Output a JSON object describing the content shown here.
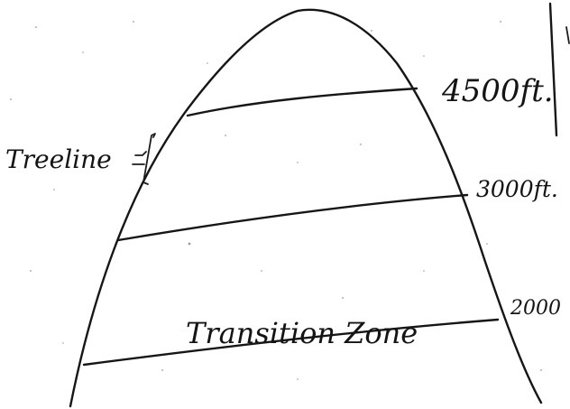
{
  "labels": {
    "treeline": "Treeline",
    "elev_4500": "4500ft.",
    "elev_3000": "3000ft.",
    "elev_2000": "2000",
    "transition_zone": "Transition Zone"
  },
  "colors": {
    "ink": "#161616",
    "paper": "#ffffff"
  }
}
